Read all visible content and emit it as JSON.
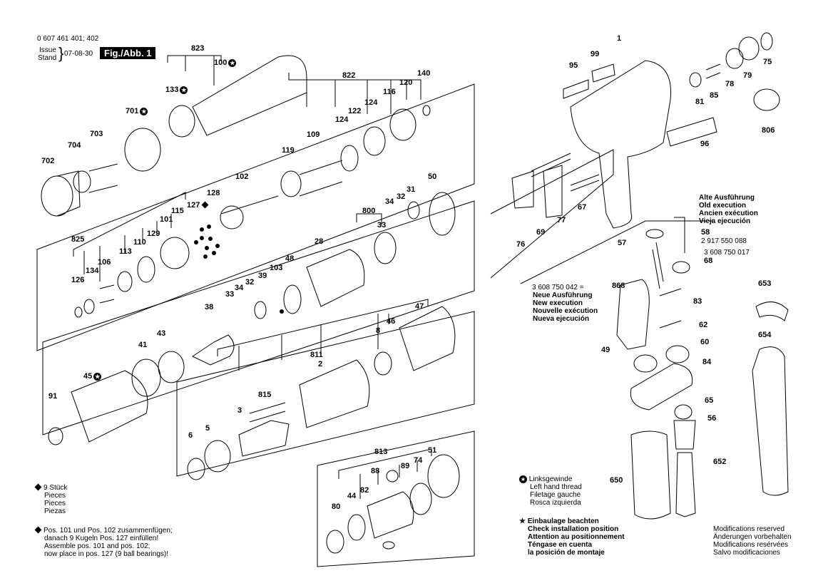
{
  "header": {
    "part_number": "0 607 461 401; 402",
    "issue_label": "Issue",
    "stand_label": "Stand",
    "issue_date": "07-08-30",
    "fig_label": "Fig./Abb. 1"
  },
  "callouts": [
    {
      "id": "c823",
      "text": "823"
    },
    {
      "id": "c100",
      "text": "100"
    },
    {
      "id": "c133",
      "text": "133"
    },
    {
      "id": "c701",
      "text": "701"
    },
    {
      "id": "c703",
      "text": "703"
    },
    {
      "id": "c704",
      "text": "704"
    },
    {
      "id": "c702",
      "text": "702"
    },
    {
      "id": "c822",
      "text": "822"
    },
    {
      "id": "c140",
      "text": "140"
    },
    {
      "id": "c120",
      "text": "120"
    },
    {
      "id": "c116",
      "text": "116"
    },
    {
      "id": "c124a",
      "text": "124"
    },
    {
      "id": "c122",
      "text": "122"
    },
    {
      "id": "c124b",
      "text": "124"
    },
    {
      "id": "c109",
      "text": "109"
    },
    {
      "id": "c119",
      "text": "119"
    },
    {
      "id": "c102",
      "text": "102"
    },
    {
      "id": "c128",
      "text": "128"
    },
    {
      "id": "c127",
      "text": "127"
    },
    {
      "id": "c115",
      "text": "115"
    },
    {
      "id": "c101",
      "text": "101"
    },
    {
      "id": "c129",
      "text": "129"
    },
    {
      "id": "c825",
      "text": "825"
    },
    {
      "id": "c110",
      "text": "110"
    },
    {
      "id": "c113",
      "text": "113"
    },
    {
      "id": "c106",
      "text": "106"
    },
    {
      "id": "c134",
      "text": "134"
    },
    {
      "id": "c126",
      "text": "126"
    },
    {
      "id": "c50",
      "text": "50"
    },
    {
      "id": "c31",
      "text": "31"
    },
    {
      "id": "c32a",
      "text": "32"
    },
    {
      "id": "c34a",
      "text": "34"
    },
    {
      "id": "c800",
      "text": "800"
    },
    {
      "id": "c33a",
      "text": "33"
    },
    {
      "id": "c28",
      "text": "28"
    },
    {
      "id": "c48",
      "text": "48"
    },
    {
      "id": "c103",
      "text": "103"
    },
    {
      "id": "c39",
      "text": "39"
    },
    {
      "id": "c32b",
      "text": "32"
    },
    {
      "id": "c34b",
      "text": "34"
    },
    {
      "id": "c33b",
      "text": "33"
    },
    {
      "id": "c38",
      "text": "38"
    },
    {
      "id": "c43",
      "text": "43"
    },
    {
      "id": "c41",
      "text": "41"
    },
    {
      "id": "c45",
      "text": "45"
    },
    {
      "id": "c91",
      "text": "91"
    },
    {
      "id": "c47",
      "text": "47"
    },
    {
      "id": "c46",
      "text": "46"
    },
    {
      "id": "c8",
      "text": "8"
    },
    {
      "id": "c811",
      "text": "811"
    },
    {
      "id": "c2",
      "text": "2"
    },
    {
      "id": "c815",
      "text": "815"
    },
    {
      "id": "c3",
      "text": "3"
    },
    {
      "id": "c5",
      "text": "5"
    },
    {
      "id": "c6",
      "text": "6"
    },
    {
      "id": "c813",
      "text": "813"
    },
    {
      "id": "c74",
      "text": "74"
    },
    {
      "id": "c51",
      "text": "51"
    },
    {
      "id": "c89",
      "text": "89"
    },
    {
      "id": "c88",
      "text": "88"
    },
    {
      "id": "c82",
      "text": "82"
    },
    {
      "id": "c44",
      "text": "44"
    },
    {
      "id": "c80",
      "text": "80"
    },
    {
      "id": "c1",
      "text": "1"
    },
    {
      "id": "c99",
      "text": "99"
    },
    {
      "id": "c95",
      "text": "95"
    },
    {
      "id": "c96",
      "text": "96"
    },
    {
      "id": "c81",
      "text": "81"
    },
    {
      "id": "c85",
      "text": "85"
    },
    {
      "id": "c78",
      "text": "78"
    },
    {
      "id": "c79",
      "text": "79"
    },
    {
      "id": "c75",
      "text": "75"
    },
    {
      "id": "c806",
      "text": "806"
    },
    {
      "id": "c76",
      "text": "76"
    },
    {
      "id": "c69",
      "text": "69"
    },
    {
      "id": "c77",
      "text": "77"
    },
    {
      "id": "c67",
      "text": "67"
    },
    {
      "id": "c57",
      "text": "57"
    },
    {
      "id": "c58",
      "text": "58"
    },
    {
      "id": "c68",
      "text": "68"
    },
    {
      "id": "c868",
      "text": "868"
    },
    {
      "id": "c83",
      "text": "83"
    },
    {
      "id": "c62",
      "text": "62"
    },
    {
      "id": "c60",
      "text": "60"
    },
    {
      "id": "c49",
      "text": "49"
    },
    {
      "id": "c84",
      "text": "84"
    },
    {
      "id": "c65",
      "text": "65"
    },
    {
      "id": "c56",
      "text": "56"
    },
    {
      "id": "c652",
      "text": "652"
    },
    {
      "id": "c650",
      "text": "650"
    },
    {
      "id": "c653",
      "text": "653"
    },
    {
      "id": "c654",
      "text": "654"
    }
  ],
  "old_version": {
    "lines": [
      "Alte Ausführung",
      "Old execution",
      "Ancien exécution",
      "Vieja ejecución"
    ],
    "part_58": "2 917 550 088",
    "part_68": "3 608 750 017"
  },
  "new_version": {
    "part_868": "3 608 750 042 =",
    "lines": [
      "Neue Ausführung",
      "New execution",
      "Nouvelle exécution",
      "Nueva ejecución"
    ]
  },
  "legend_pieces": {
    "lines": [
      "9 Stück",
      "Pieces",
      "Pieces",
      "Piezas"
    ]
  },
  "legend_assembly": {
    "lines": [
      "Pos. 101 und Pos. 102 zusammenfügen;",
      "danach 9 Kugeln Pos. 127 einfüllen!",
      "Assemble pos. 101 and pos. 102;",
      "now place in pos. 127 (9 ball bearings)!"
    ]
  },
  "legend_left_thread": {
    "lines": [
      "Linksgewinde",
      "Left hand thread",
      "Filetage gauche",
      "Rosca izquierda"
    ]
  },
  "legend_installation": {
    "lines": [
      "Einbaulage beachten",
      "Check installation position",
      "Attention au positionnement",
      "Téngase en cuenta",
      "la posición de montaje"
    ]
  },
  "modifications": {
    "lines": [
      "Modifications reserved",
      "Änderungen vorbehalten",
      "Modifications resérvées",
      "Salvo modificaciones"
    ]
  }
}
